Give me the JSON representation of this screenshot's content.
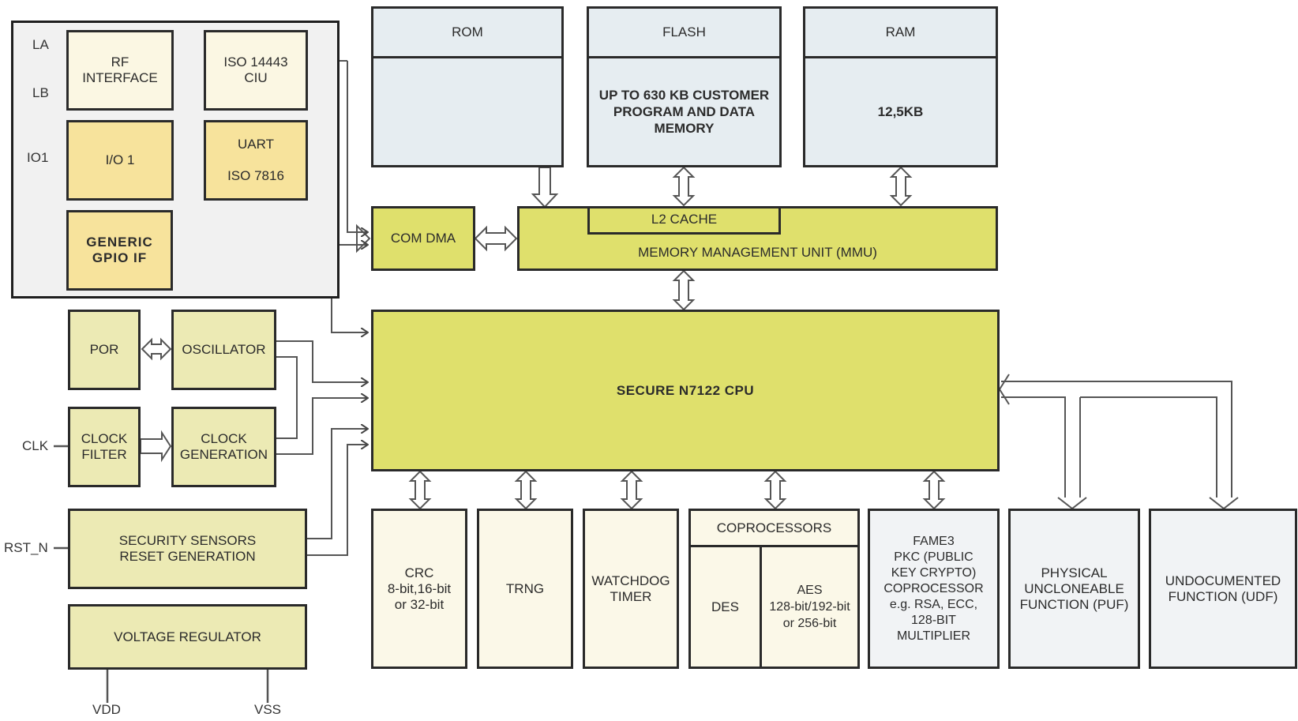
{
  "title": "Secure microcontroller block diagram",
  "interface_group": {
    "rf_interface": "RF\nINTERFACE",
    "iso14443": "ISO 14443\nCIU",
    "io1": "I/O 1",
    "uart": "UART\n\nISO 7816",
    "gpio": "GENERIC\nGPIO IF"
  },
  "pins": {
    "la": "LA",
    "lb": "LB",
    "io1": "IO1",
    "clk": "CLK",
    "rst_n": "RST_N",
    "vdd": "VDD",
    "vss": "VSS"
  },
  "memory": {
    "rom": {
      "title": "ROM",
      "body": ""
    },
    "flash": {
      "title": "FLASH",
      "body": "UP TO 630 KB CUSTOMER\nPROGRAM AND DATA\nMEMORY"
    },
    "ram": {
      "title": "RAM",
      "body": "12,5KB"
    }
  },
  "com_dma": "COM DMA",
  "mmu": {
    "cache": "L2 CACHE",
    "label": "MEMORY MANAGEMENT UNIT (MMU)"
  },
  "cpu": "SECURE N7122 CPU",
  "system": {
    "por": "POR",
    "oscillator": "OSCILLATOR",
    "clock_filter": "CLOCK\nFILTER",
    "clock_generation": "CLOCK\nGENERATION",
    "security_sensors": "SECURITY SENSORS\nRESET GENERATION",
    "voltage_regulator": "VOLTAGE REGULATOR"
  },
  "peripherals": {
    "crc": "CRC\n8-bit,16-bit\nor 32-bit",
    "trng": "TRNG",
    "watchdog": "WATCHDOG\nTIMER",
    "coprocessors": {
      "title": "COPROCESSORS",
      "des": "DES",
      "aes": "AES\n128-bit/192-bit\nor 256-bit"
    },
    "fame3": "FAME3\nPKC (PUBLIC\nKEY CRYPTO)\nCOPROCESSOR\ne.g. RSA, ECC,\n128-BIT\nMULTIPLIER",
    "puf": "PHYSICAL\nUNCLONEABLE\nFUNCTION (PUF)",
    "udf": "UNDOCUMENTED\nFUNCTION (UDF)"
  }
}
